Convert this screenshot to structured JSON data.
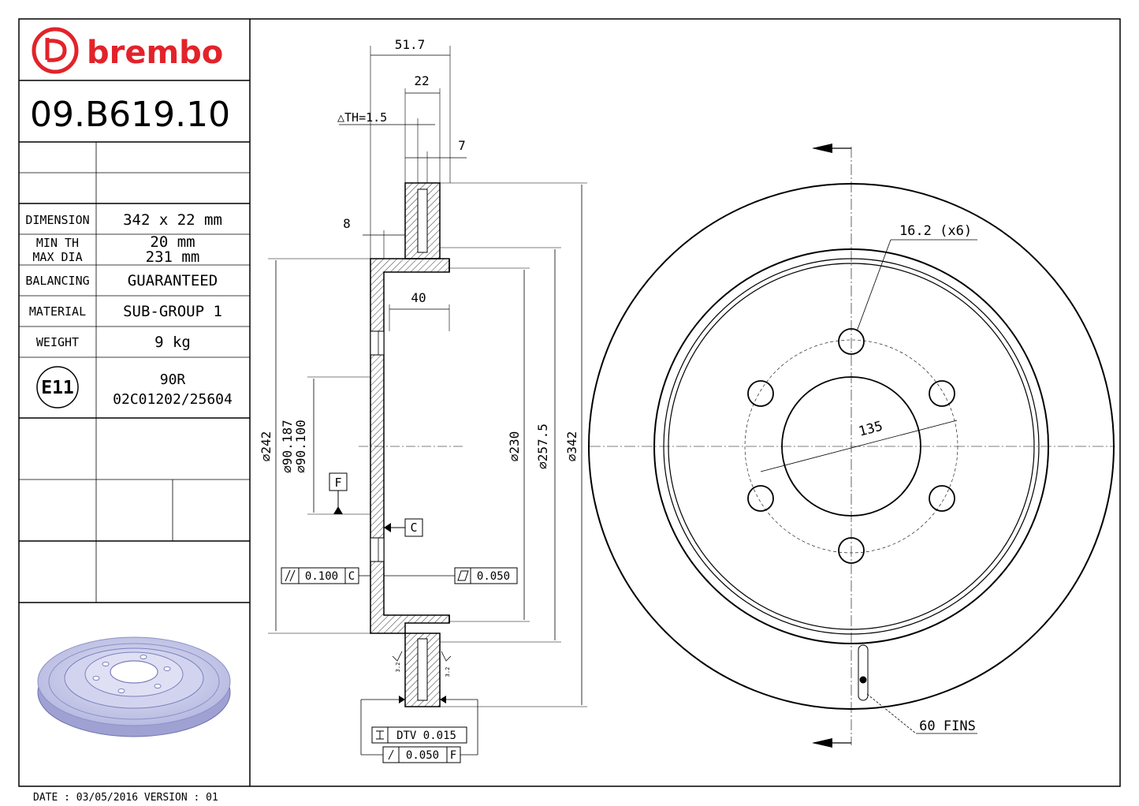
{
  "brand": {
    "name": "brembo",
    "color": "#e2232a"
  },
  "part_number": "09.B619.10",
  "specs": [
    {
      "label": "DIMENSION",
      "value": "342 x 22 mm"
    },
    {
      "label_line1": "MIN TH",
      "label_line2": "MAX DIA",
      "value_line1": "20 mm",
      "value_line2": "231 mm"
    },
    {
      "label": "BALANCING",
      "value": "GUARANTEED"
    },
    {
      "label": "MATERIAL",
      "value": "SUB-GROUP 1"
    },
    {
      "label": "WEIGHT",
      "value": "9 kg"
    }
  ],
  "approval": {
    "mark": "E11",
    "code": "90R",
    "number": "02C01202/25604"
  },
  "footer": {
    "text": "DATE : 03/05/2016 VERSION : 01"
  },
  "section_view": {
    "dim_total_width": "51.7",
    "dim_thickness": "22",
    "th_note": "△TH=1.5",
    "dim_7": "7",
    "dim_8": "8",
    "dim_40": "40",
    "dia_242": "⌀242",
    "dia_hub_1": "⌀90.187",
    "dia_hub_2": "⌀90.100",
    "dia_230": "⌀230",
    "dia_257": "⌀257.5",
    "dia_342": "⌀342",
    "datum_f": "F",
    "datum_c": "C",
    "tol_parallel": "0.100",
    "tol_parallel_ref": "C",
    "tol_flat": "0.050",
    "tol_dtv": "DTV 0.015",
    "tol_runout": "0.050",
    "tol_runout_ref": "F",
    "roughness_left": "3.2",
    "roughness_right": "3.2"
  },
  "front_view": {
    "bolt_holes": "16.2 (x6)",
    "pcd": "135",
    "fins": "60 FINS"
  },
  "colors": {
    "render_fill": "#c9cbea",
    "render_edge": "#8d90c4"
  }
}
